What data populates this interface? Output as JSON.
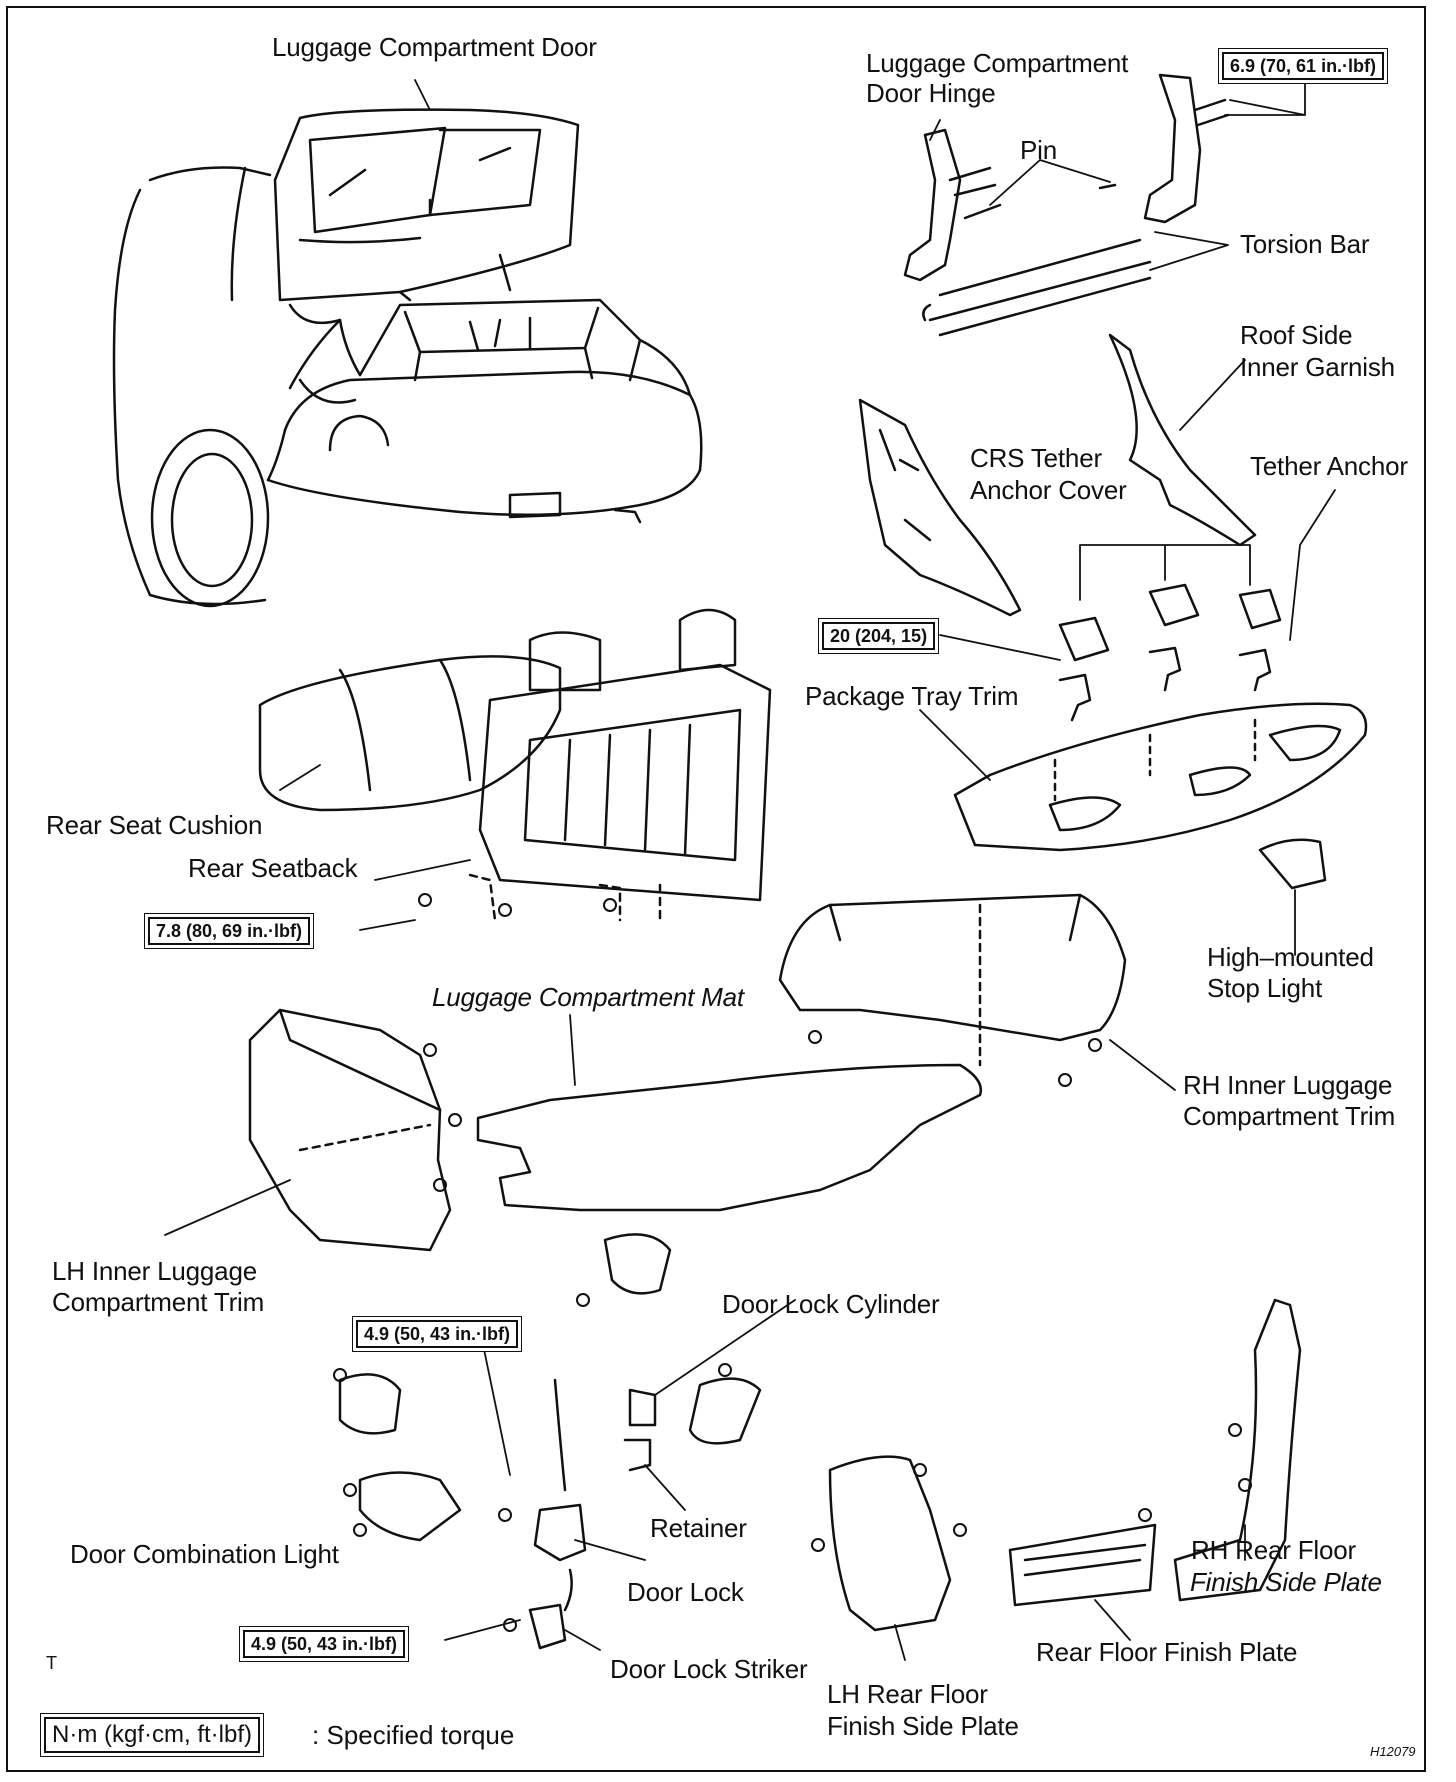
{
  "labels": {
    "luggage_compartment_door": "Luggage Compartment Door",
    "door_hinge_line1": "Luggage Compartment",
    "door_hinge_line2": "Door Hinge",
    "pin": "Pin",
    "torsion_bar": "Torsion Bar",
    "roof_side_line1": "Roof Side",
    "roof_side_line2": "Inner Garnish",
    "crs_line1": "CRS Tether",
    "crs_line2": "Anchor Cover",
    "tether_anchor": "Tether Anchor",
    "package_tray_trim": "Package Tray Trim",
    "rear_seat_cushion": "Rear Seat Cushion",
    "rear_seatback": "Rear Seatback",
    "high_mounted_line1": "High–mounted",
    "high_mounted_line2": "Stop Light",
    "luggage_mat": "Luggage Compartment Mat",
    "rh_inner_line1": "RH Inner Luggage",
    "rh_inner_line2": "Compartment Trim",
    "lh_inner_line1": "LH Inner Luggage",
    "lh_inner_line2": "Compartment Trim",
    "door_lock_cylinder": "Door Lock Cylinder",
    "retainer": "Retainer",
    "door_combination_light": "Door Combination Light",
    "door_lock": "Door Lock",
    "door_lock_striker": "Door Lock Striker",
    "rh_rear_floor_line1": "RH Rear Floor",
    "rh_rear_floor_line2": "Finish Side Plate",
    "rear_floor_finish_plate": "Rear Floor Finish Plate",
    "lh_rear_floor_line1": "LH Rear Floor",
    "lh_rear_floor_line2": "Finish Side Plate",
    "corner_t": "T",
    "figure_code": "H12079"
  },
  "torques": {
    "hinge": "6.9 (70, 61 in.·lbf)",
    "tether_anchor": "20 (204, 15)",
    "seatback": "7.8 (80, 69 in.·lbf)",
    "door_lock": "4.9 (50, 43 in.·lbf)",
    "striker": "4.9 (50, 43 in.·lbf)"
  },
  "legend": {
    "unit": "N·m (kgf·cm, ft·lbf)",
    "description": ": Specified torque"
  }
}
